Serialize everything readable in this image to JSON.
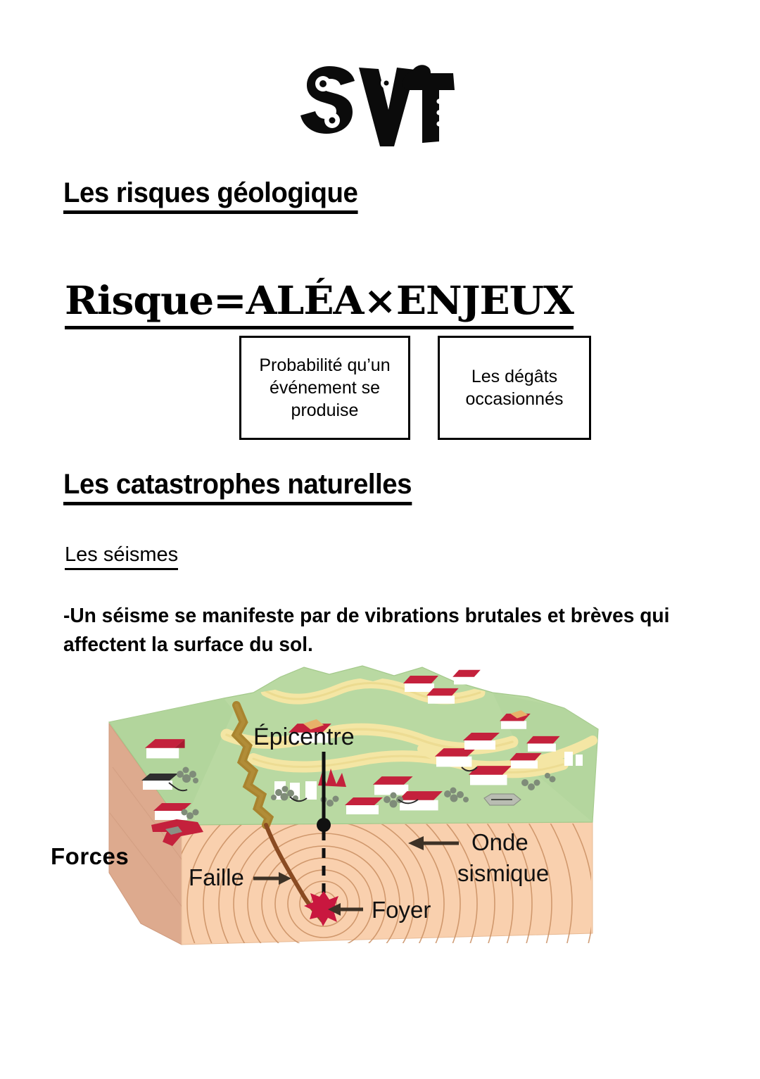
{
  "document": {
    "subject_title": "SVT",
    "headings": {
      "risques": "Les risques géologique",
      "catastrophes": "Les catastrophes naturelles",
      "seismes": "Les séismes"
    },
    "formula": {
      "full": "Risque=ALÉA×ENJEUX",
      "left_term": "Risque=",
      "alea": "ALÉA",
      "operator": "×",
      "enjeux": "ENJEUX"
    },
    "definition_boxes": [
      {
        "id": "alea",
        "text": "Probabilité qu’un événement se produise"
      },
      {
        "id": "enjeux",
        "text": "Les dégâts occasionnés"
      }
    ],
    "paragraph": "-Un séisme se manifeste par de vibrations brutales et brèves qui affectent la surface du sol."
  },
  "diagram": {
    "name": "bloc-diagramme-seisme",
    "labels": {
      "forces": "Forces",
      "epicentre": "Épicentre",
      "faille": "Faille",
      "foyer": "Foyer",
      "onde_line1": "Onde",
      "onde_line2": "sismique"
    },
    "colors": {
      "surface_green": "#b9d9a2",
      "surface_green_dark": "#a6cc90",
      "road_yellow": "#f6e8a8",
      "road_yellow_edge": "#ecd98a",
      "block_front": "#f9d0ae",
      "block_left": "#ddaa8e",
      "wave_ring": "#c08a5e",
      "fault_brown": "#a9842f",
      "fault_deep": "#8a4b22",
      "roof_red": "#c4213c",
      "house_white": "#ffffff",
      "debris_gray": "#7b8a76",
      "focus_crimson": "#c9173f",
      "arrow_dark": "#3d3226",
      "marker_black": "#111111"
    },
    "elements": [
      "surface-terrain-vert",
      "routes-jaunes",
      "maisons-toits-rouges",
      "debris-arbres",
      "faille-brune",
      "ondes-sismiques-concentriques",
      "foyer-etoile",
      "epicentre-marqueur",
      "fleche-faille",
      "fleche-foyer",
      "fleche-onde-sismique"
    ]
  }
}
